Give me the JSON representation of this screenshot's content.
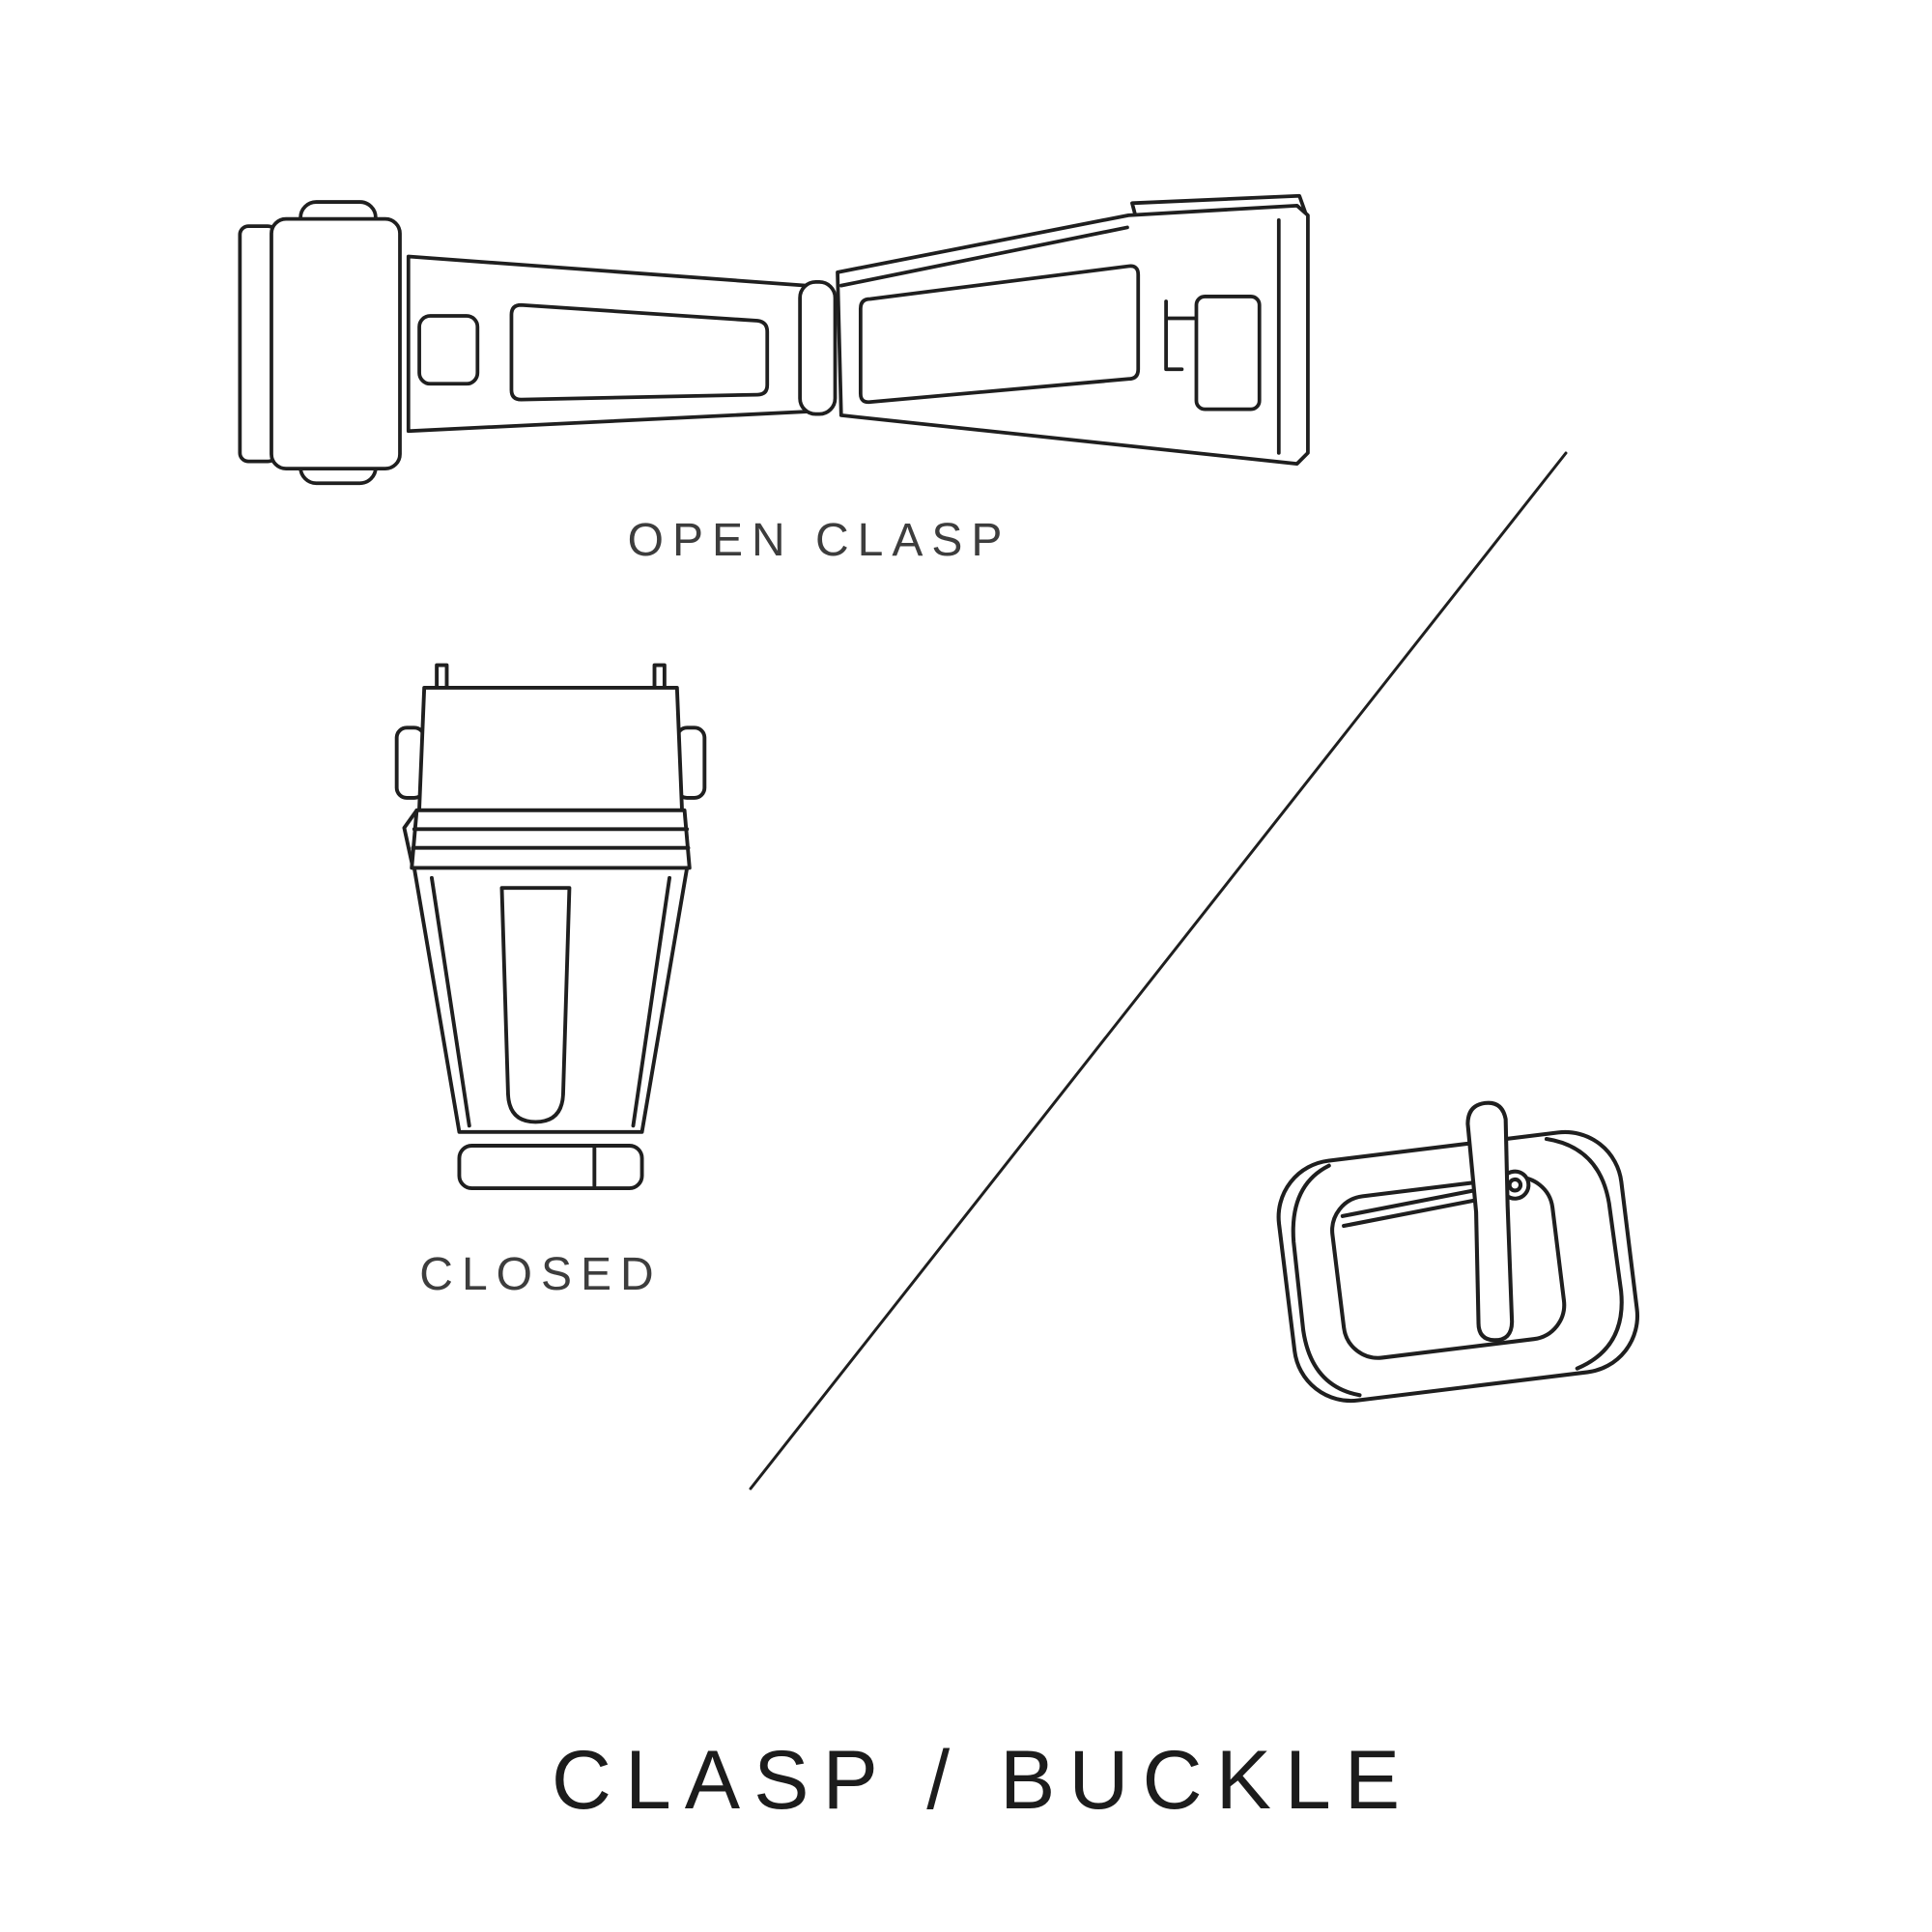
{
  "page": {
    "title": "CLASP / BUCKLE",
    "background": "#ffffff"
  },
  "colors": {
    "line": "#1f1f1f",
    "label_text": "#3d3d3d",
    "title_text": "#1c1c1c"
  },
  "figures": {
    "open_clasp": {
      "label": "OPEN CLASP",
      "icon": "open-clasp-illustration"
    },
    "closed_clasp": {
      "label": "CLOSED",
      "icon": "closed-clasp-illustration"
    },
    "buckle": {
      "icon": "buckle-illustration"
    }
  }
}
